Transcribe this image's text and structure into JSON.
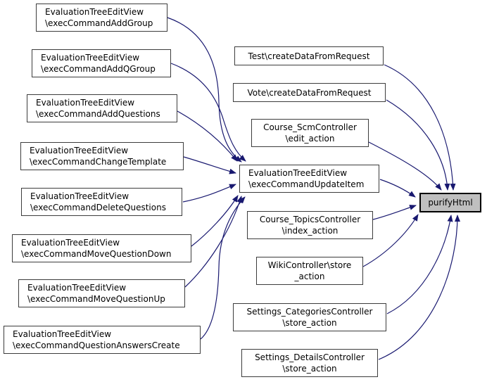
{
  "colors": {
    "edge": "#191970",
    "node_border": "#3c3c3c",
    "node_fill": "#ffffff",
    "highlight_fill": "#bfbfbf",
    "highlight_border": "#000000",
    "text": "#000000",
    "background": "#ffffff"
  },
  "nodes": [
    {
      "id": "exec-command-add-group",
      "label": "EvaluationTreeEditView\n\\execCommandAddGroup"
    },
    {
      "id": "exec-command-add-qgroup",
      "label": "EvaluationTreeEditView\n\\execCommandAddQGroup"
    },
    {
      "id": "exec-command-add-questions",
      "label": "EvaluationTreeEditView\n\\execCommandAddQuestions"
    },
    {
      "id": "exec-command-change-template",
      "label": "EvaluationTreeEditView\n\\execCommandChangeTemplate"
    },
    {
      "id": "exec-command-delete-questions",
      "label": "EvaluationTreeEditView\n\\execCommandDeleteQuestions"
    },
    {
      "id": "exec-command-move-question-down",
      "label": "EvaluationTreeEditView\n\\execCommandMoveQuestionDown"
    },
    {
      "id": "exec-command-move-question-up",
      "label": "EvaluationTreeEditView\n\\execCommandMoveQuestionUp"
    },
    {
      "id": "exec-command-question-answers-create",
      "label": "EvaluationTreeEditView\n\\execCommandQuestionAnswersCreate"
    },
    {
      "id": "test-create-data-from-request",
      "label": "Test\\createDataFromRequest"
    },
    {
      "id": "vote-create-data-from-request",
      "label": "Vote\\createDataFromRequest"
    },
    {
      "id": "course-scm-controller-edit-action",
      "label": "Course_ScmController\n\\edit_action"
    },
    {
      "id": "exec-command-update-item",
      "label": "EvaluationTreeEditView\n\\execCommandUpdateItem"
    },
    {
      "id": "course-topics-controller-index-action",
      "label": "Course_TopicsController\n\\index_action"
    },
    {
      "id": "wiki-controller-store-action",
      "label": "WikiController\\store\n_action"
    },
    {
      "id": "settings-categories-controller-store-action",
      "label": "Settings_CategoriesController\n\\store_action"
    },
    {
      "id": "settings-details-controller-store-action",
      "label": "Settings_DetailsController\n\\store_action"
    },
    {
      "id": "purify-html",
      "label": "purifyHtml"
    }
  ],
  "edges": [
    {
      "from": "exec-command-add-group",
      "to": "exec-command-update-item"
    },
    {
      "from": "exec-command-add-qgroup",
      "to": "exec-command-update-item"
    },
    {
      "from": "exec-command-add-questions",
      "to": "exec-command-update-item"
    },
    {
      "from": "exec-command-change-template",
      "to": "exec-command-update-item"
    },
    {
      "from": "exec-command-delete-questions",
      "to": "exec-command-update-item"
    },
    {
      "from": "exec-command-move-question-down",
      "to": "exec-command-update-item"
    },
    {
      "from": "exec-command-move-question-up",
      "to": "exec-command-update-item"
    },
    {
      "from": "exec-command-question-answers-create",
      "to": "exec-command-update-item"
    },
    {
      "from": "exec-command-update-item",
      "to": "purify-html"
    },
    {
      "from": "test-create-data-from-request",
      "to": "purify-html"
    },
    {
      "from": "vote-create-data-from-request",
      "to": "purify-html"
    },
    {
      "from": "course-scm-controller-edit-action",
      "to": "purify-html"
    },
    {
      "from": "course-topics-controller-index-action",
      "to": "purify-html"
    },
    {
      "from": "wiki-controller-store-action",
      "to": "purify-html"
    },
    {
      "from": "settings-categories-controller-store-action",
      "to": "purify-html"
    },
    {
      "from": "settings-details-controller-store-action",
      "to": "purify-html"
    }
  ]
}
